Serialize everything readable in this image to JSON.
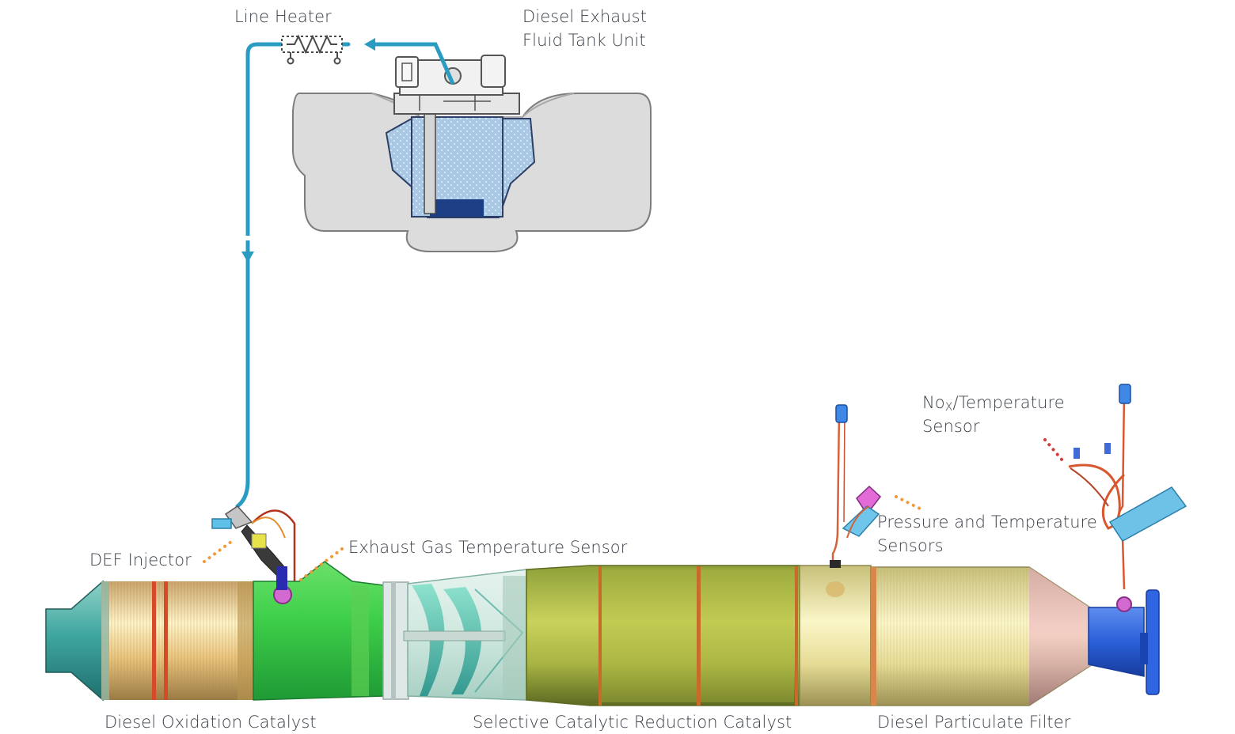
{
  "labels": {
    "line_heater": "Line Heater",
    "def_tank_line1": "Diesel Exhaust",
    "def_tank_line2": "Fluid Tank Unit",
    "def_injector": "DEF Injector",
    "exhaust_gas_temp_sensor": "Exhaust Gas Temperature Sensor",
    "nox_prefix": "No",
    "nox_sub": "X",
    "nox_suffix": "/Temperature",
    "nox_line2": "Sensor",
    "pressure_temp_line1": "Pressure and Temperature",
    "pressure_temp_line2": "Sensors",
    "doc": "Diesel Oxidation Catalyst",
    "scr": "Selective Catalytic Reduction Catalyst",
    "dpf": "Diesel Particulate Filter"
  },
  "colors": {
    "def_line": "#2a9cc2",
    "leader_orange": "#f09a3a",
    "leader_red": "#d03a3a",
    "tank_gray": "#dcdcdc",
    "doc_gold": "#e8c87a",
    "mixer_green": "#3ccf55",
    "scr_olive": "#b8c24a",
    "dpf_pale": "#eee6a0",
    "outlet_blue": "#2a5fd8",
    "label_text": "#3a3f48"
  }
}
